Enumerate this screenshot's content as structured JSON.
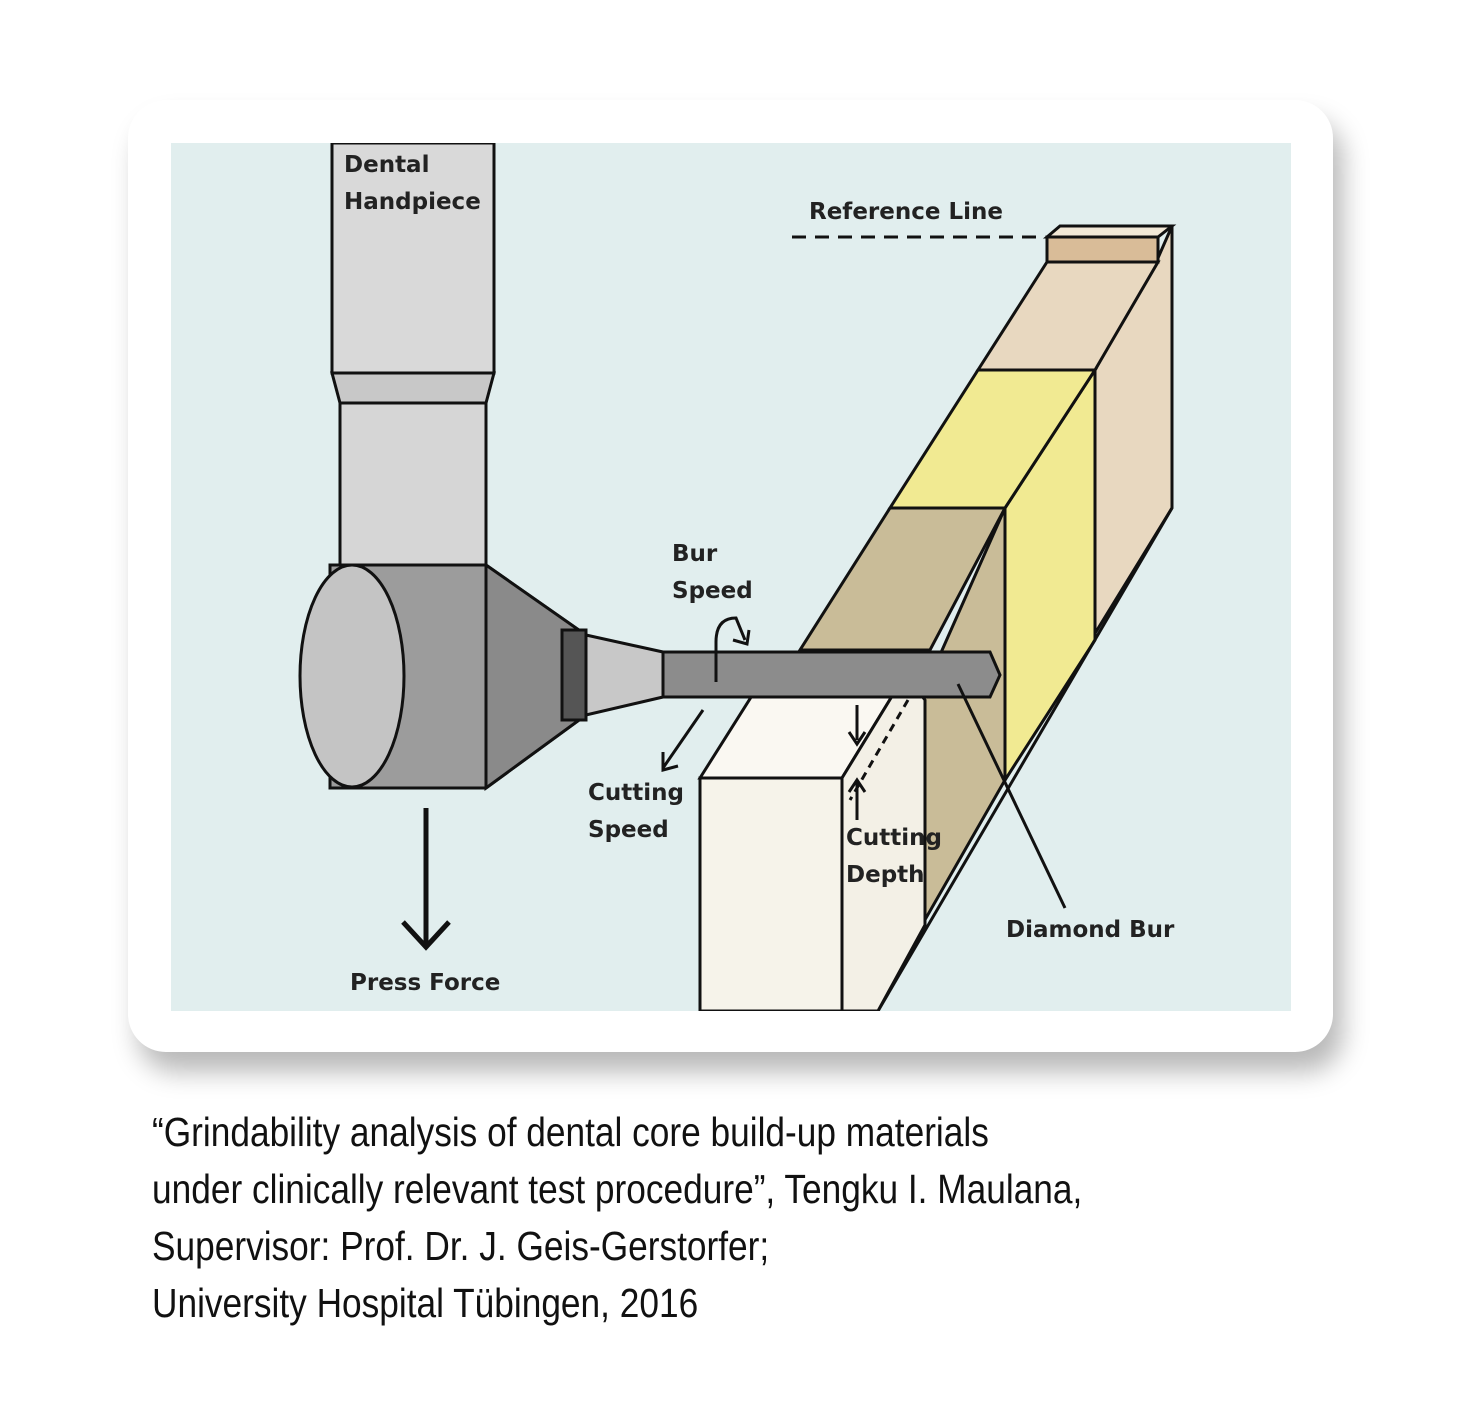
{
  "figure": {
    "labels": {
      "dental_handpiece": [
        "Dental",
        "Handpiece"
      ],
      "reference_line": "Reference Line",
      "bur_speed": [
        "Bur",
        "Speed"
      ],
      "cutting_speed": [
        "Cutting",
        "Speed"
      ],
      "cutting_depth": [
        "Cutting",
        "Depth"
      ],
      "diamond_bur": "Diamond Bur",
      "press_force": "Press Force"
    }
  },
  "caption": {
    "lines": [
      "“Grindability analysis of dental core build-up materials",
      "under clinically relevant test procedure”, Tengku I. Maulana,",
      "Supervisor: Prof. Dr. J. Geis-Gerstorfer;",
      "University Hospital Tübingen, 2016"
    ]
  },
  "colors": {
    "background": "#e1eeee",
    "handpiece_light": "#d9d9d9",
    "handpiece_dark": "#b2b2b2",
    "bur": "#8c8c8c",
    "block_tan": "#e8d8c0",
    "block_yellow": "#f1ea92",
    "block_khaki": "#c9bc98",
    "block_cream": "#f3f0e6"
  }
}
